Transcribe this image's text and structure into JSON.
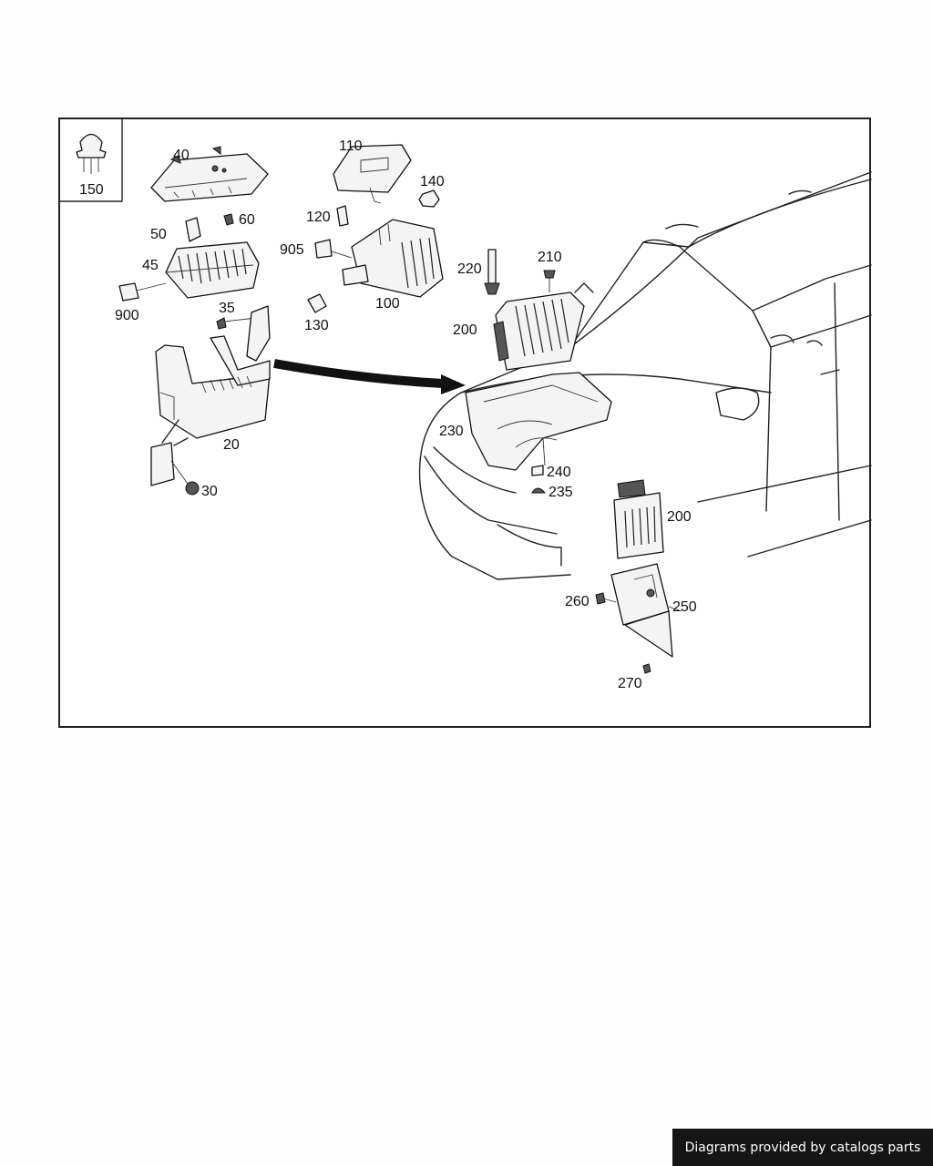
{
  "labels": {
    "p150": "150",
    "p40": "40",
    "p50": "50",
    "p60": "60",
    "p45": "45",
    "p900": "900",
    "p35": "35",
    "p20": "20",
    "p30": "30",
    "p110": "110",
    "p140": "140",
    "p120": "120",
    "p905": "905",
    "p100": "100",
    "p130": "130",
    "p220": "220",
    "p210": "210",
    "p200a": "200",
    "p230": "230",
    "p240": "240",
    "p235": "235",
    "p200b": "200",
    "p260": "260",
    "p250": "250",
    "p270": "270"
  },
  "footer": {
    "text": "Diagrams provided by catalogs parts"
  }
}
